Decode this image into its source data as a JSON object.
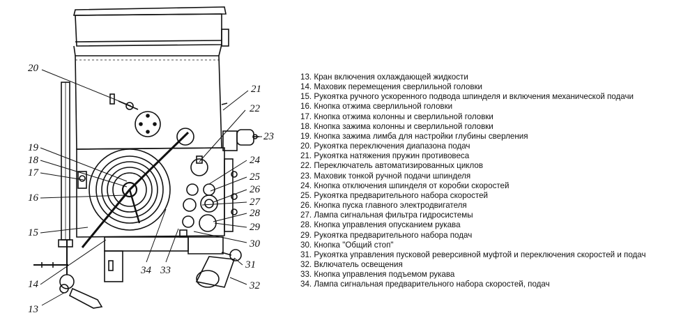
{
  "diagram": {
    "callouts": [
      "13",
      "14",
      "15",
      "16",
      "17",
      "18",
      "19",
      "20",
      "21",
      "22",
      "23",
      "24",
      "25",
      "26",
      "27",
      "28",
      "29",
      "30",
      "31",
      "32",
      "33",
      "34"
    ]
  },
  "legend": [
    "13. Кран включения охлаждающей жидкости",
    "14. Маховик перемещения сверлильной головки",
    "15. Рукоятка ручного ускоренного подвода шпинделя и включения механической подачи",
    "16. Кнопка отжима сверлильной головки",
    "17. Кнопка отжима колонны и сверлильной головки",
    "18. Кнопка зажима колонны и сверлильной головки",
    "19. Кнопка зажима лимба для настройки глубины сверления",
    "20. Рукоятка переключения диапазона подач",
    "21. Рукоятка натяжения пружин противовеса",
    "22. Переключатель автоматизированных циклов",
    "23. Маховик тонкой ручной подачи шпинделя",
    "24. Кнопка отключения шпинделя от коробки скоростей",
    "25. Рукоятка предварительного набора скоростей",
    "26. Кнопка пуска главного электродвигателя",
    "27. Лампа сигнальная фильтра гидросистемы",
    "28. Кнопка управления опусканием рукава",
    "29. Рукоятка предварительного набора подач",
    "30. Кнопка \"Общий стоп\"",
    "31. Рукоятка управления пусковой реверсивной муфтой и переключения скоростей и подач",
    "32. Включатель освещения",
    "33. Кнопка управления подъемом рукава",
    "34. Лампа сигнальная предварительного набора скоростей, подач"
  ]
}
